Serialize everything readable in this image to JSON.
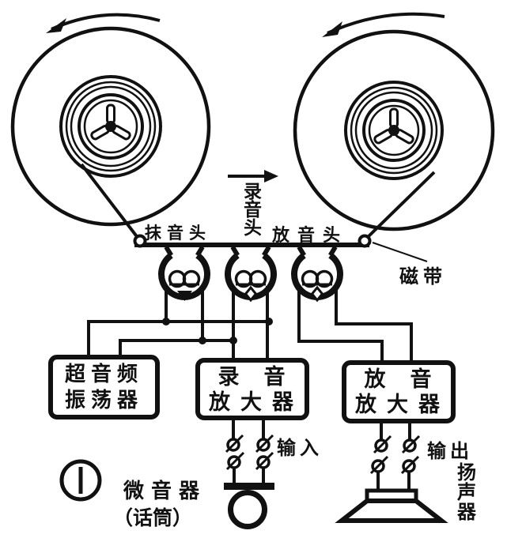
{
  "diagram": {
    "kind": "tape recorder working-principle schematic",
    "ink_color": "#111111",
    "background_color": "#ffffff"
  },
  "labels": {
    "erase_head": "抹音头",
    "record_head": "录音头",
    "playback_head": "放音头",
    "tape": "磁带",
    "oscillator": {
      "line1": "超音频",
      "line2": "振荡器"
    },
    "record_amplifier": {
      "line1": "录　音",
      "line2": "放大器"
    },
    "playback_amplifier": {
      "line1": "放　音",
      "line2": "放大器"
    },
    "input": "输入",
    "output": "输出",
    "microphone": "微音器",
    "microphone_paren": "（话筒）",
    "speaker": "扬声器"
  }
}
